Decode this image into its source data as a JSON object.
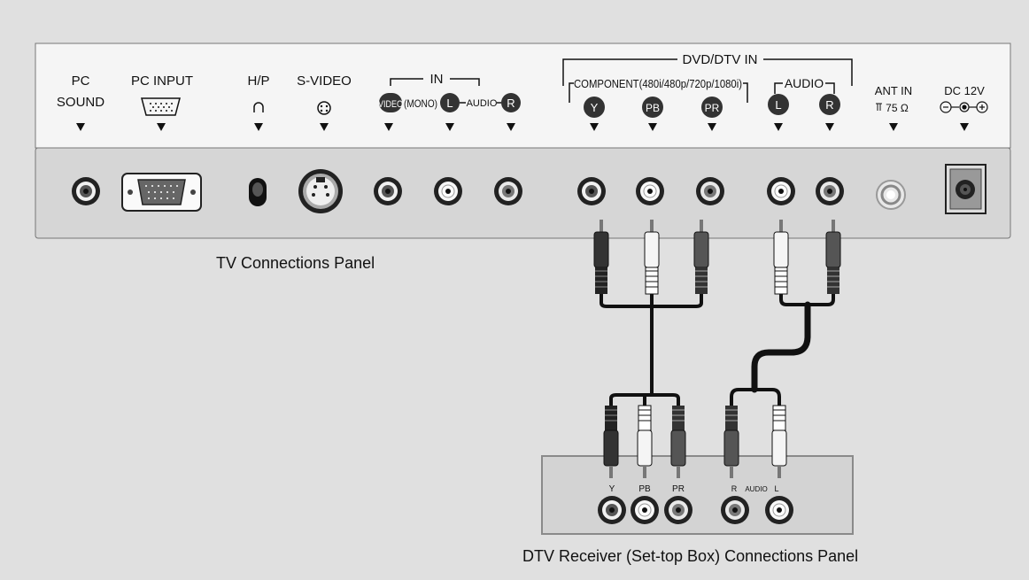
{
  "tv_panel": {
    "caption": "TV Connections Panel",
    "labels": {
      "pc_sound_1": "PC",
      "pc_sound_2": "SOUND",
      "pc_input": "PC INPUT",
      "hp": "H/P",
      "svideo": "S-VIDEO",
      "in": "IN",
      "video": "VIDEO",
      "mono": "(MONO)",
      "in_l": "L",
      "in_audio": "AUDIO",
      "in_r": "R",
      "dvd_dtv_in": "DVD/DTV IN",
      "component": "COMPONENT(480i/480p/720p/1080i)",
      "y": "Y",
      "pb": "PB",
      "pr": "PR",
      "audio": "AUDIO",
      "audio_l": "L",
      "audio_r": "R",
      "ant_in": "ANT IN",
      "ant_ohm": "75 Ω",
      "dc": "DC 12V"
    },
    "arrow": "▼"
  },
  "stb_panel": {
    "caption": "DTV Receiver (Set-top Box) Connections Panel",
    "labels": {
      "y": "Y",
      "pb": "PB",
      "pr": "PR",
      "r": "R",
      "audio": "AUDIO",
      "l": "L"
    }
  },
  "colors": {
    "background": "#e0e0e0",
    "panel": "#d3d3d3",
    "panel_border": "#8a8a8a",
    "dark_plug": "#3a3a3a",
    "white_plug": "#f2f2f2",
    "grey_plug": "#6a6a6a",
    "cable": "#111111"
  }
}
